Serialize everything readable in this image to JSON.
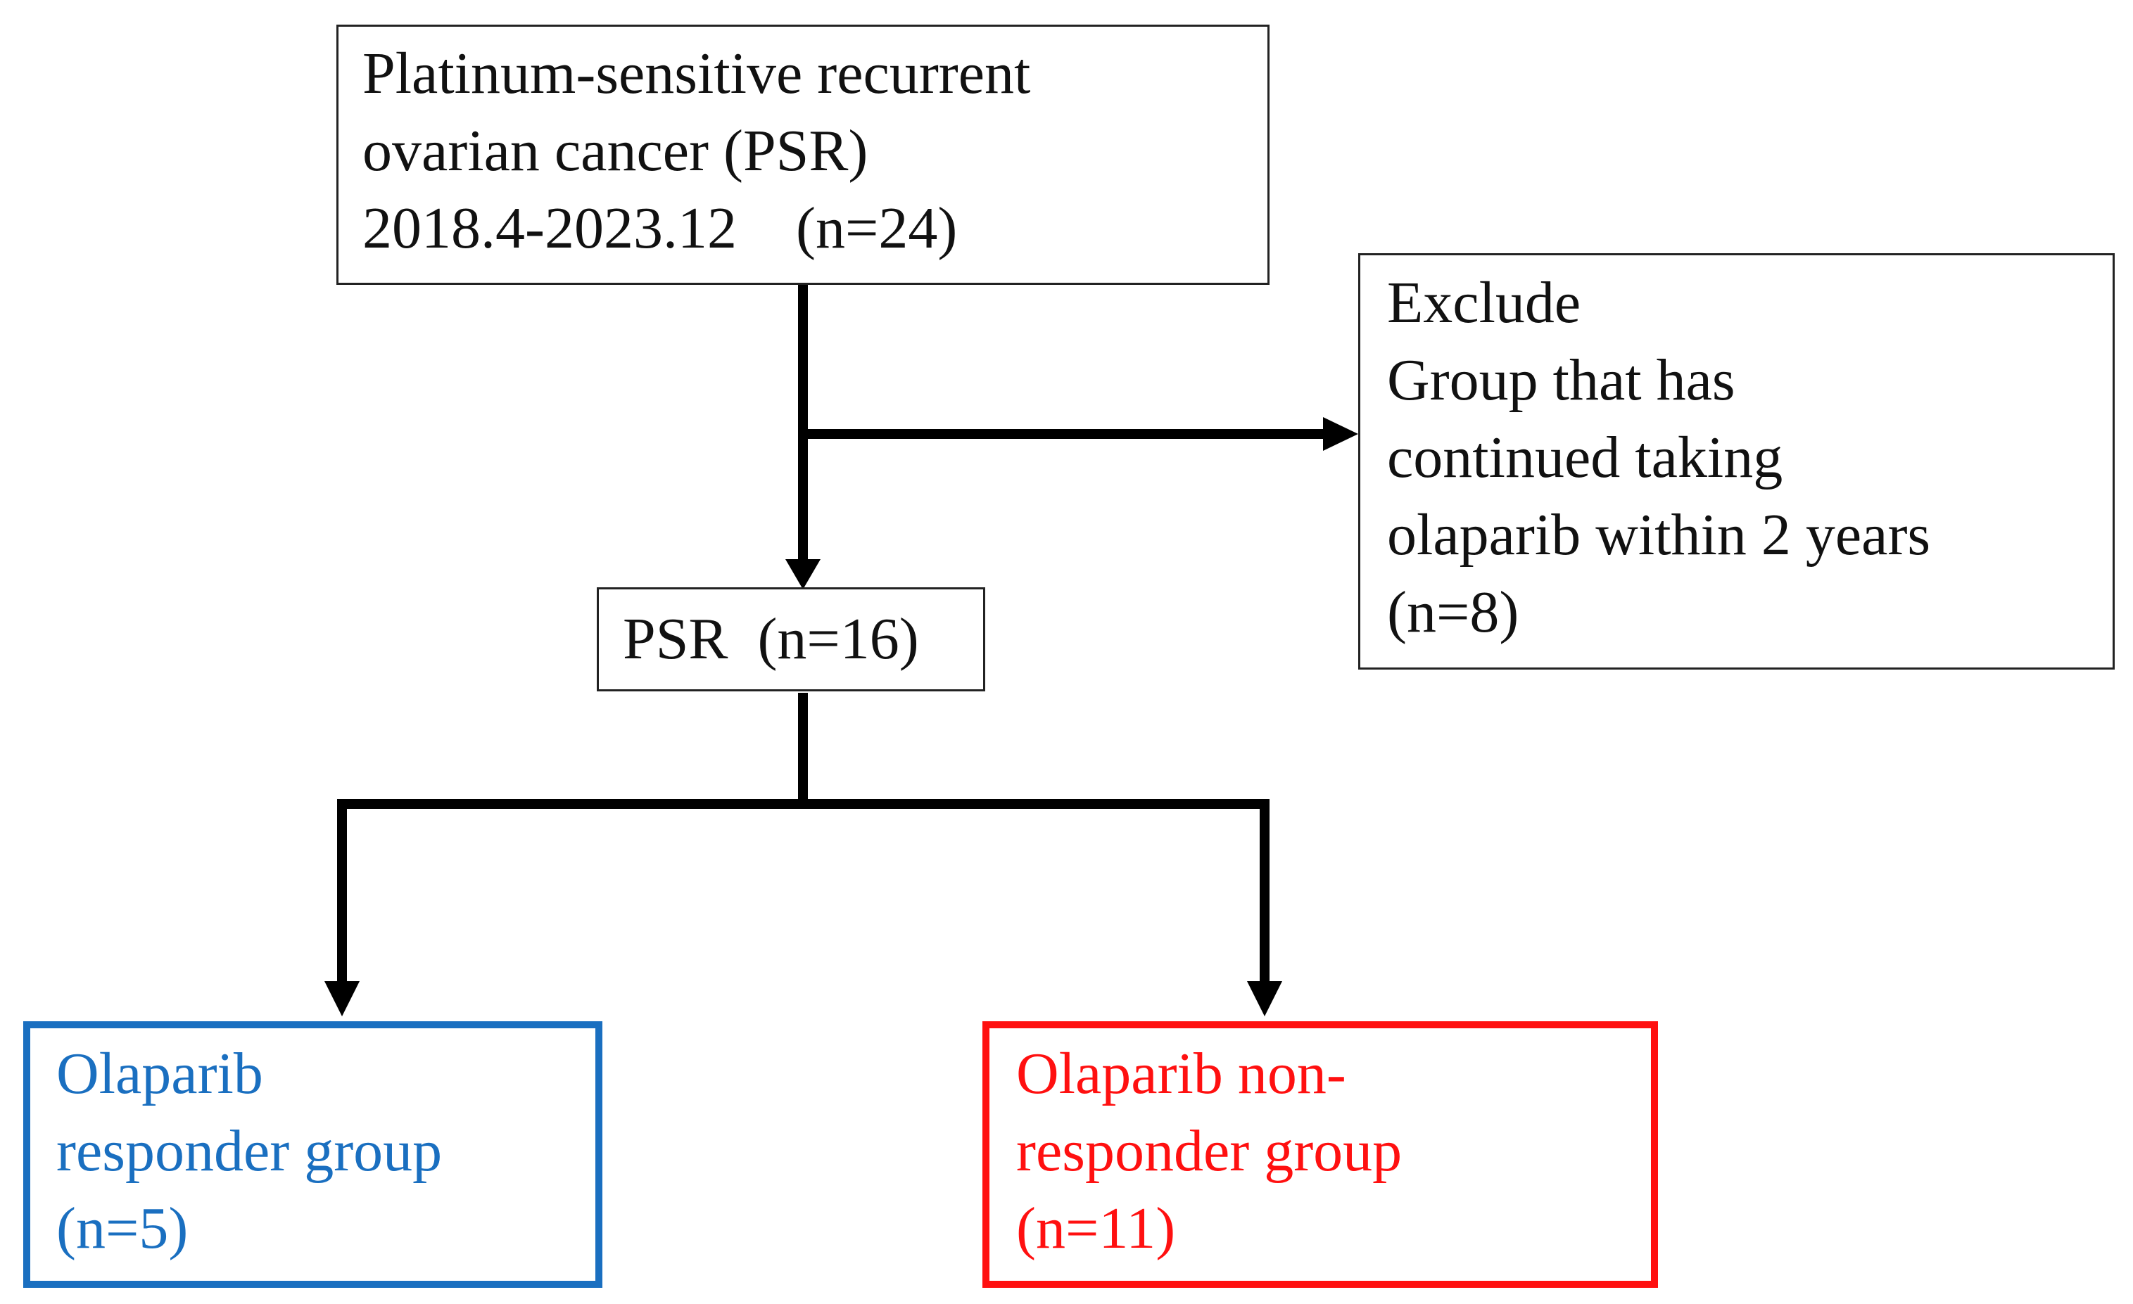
{
  "nodes": {
    "source": {
      "lines": [
        "Platinum-sensitive recurrent",
        "ovarian cancer (PSR)",
        "2018.4-2023.12    (n=24)"
      ]
    },
    "exclude": {
      "lines": [
        "Exclude",
        "Group that has",
        "continued taking",
        "olaparib within 2 years",
        "(n=8)"
      ]
    },
    "psr": {
      "label": "PSR  (n=16)"
    },
    "responder": {
      "lines": [
        "Olaparib",
        "responder group",
        "(n=5)"
      ],
      "color": "#1a6fc0"
    },
    "non_responder": {
      "lines": [
        "Olaparib non-",
        "responder group",
        "(n=11)"
      ],
      "color": "#ff1010"
    }
  },
  "edges": [
    {
      "from": "source",
      "to": "psr"
    },
    {
      "from": "source",
      "to": "exclude"
    },
    {
      "from": "psr",
      "to": "responder"
    },
    {
      "from": "psr",
      "to": "non_responder"
    }
  ]
}
